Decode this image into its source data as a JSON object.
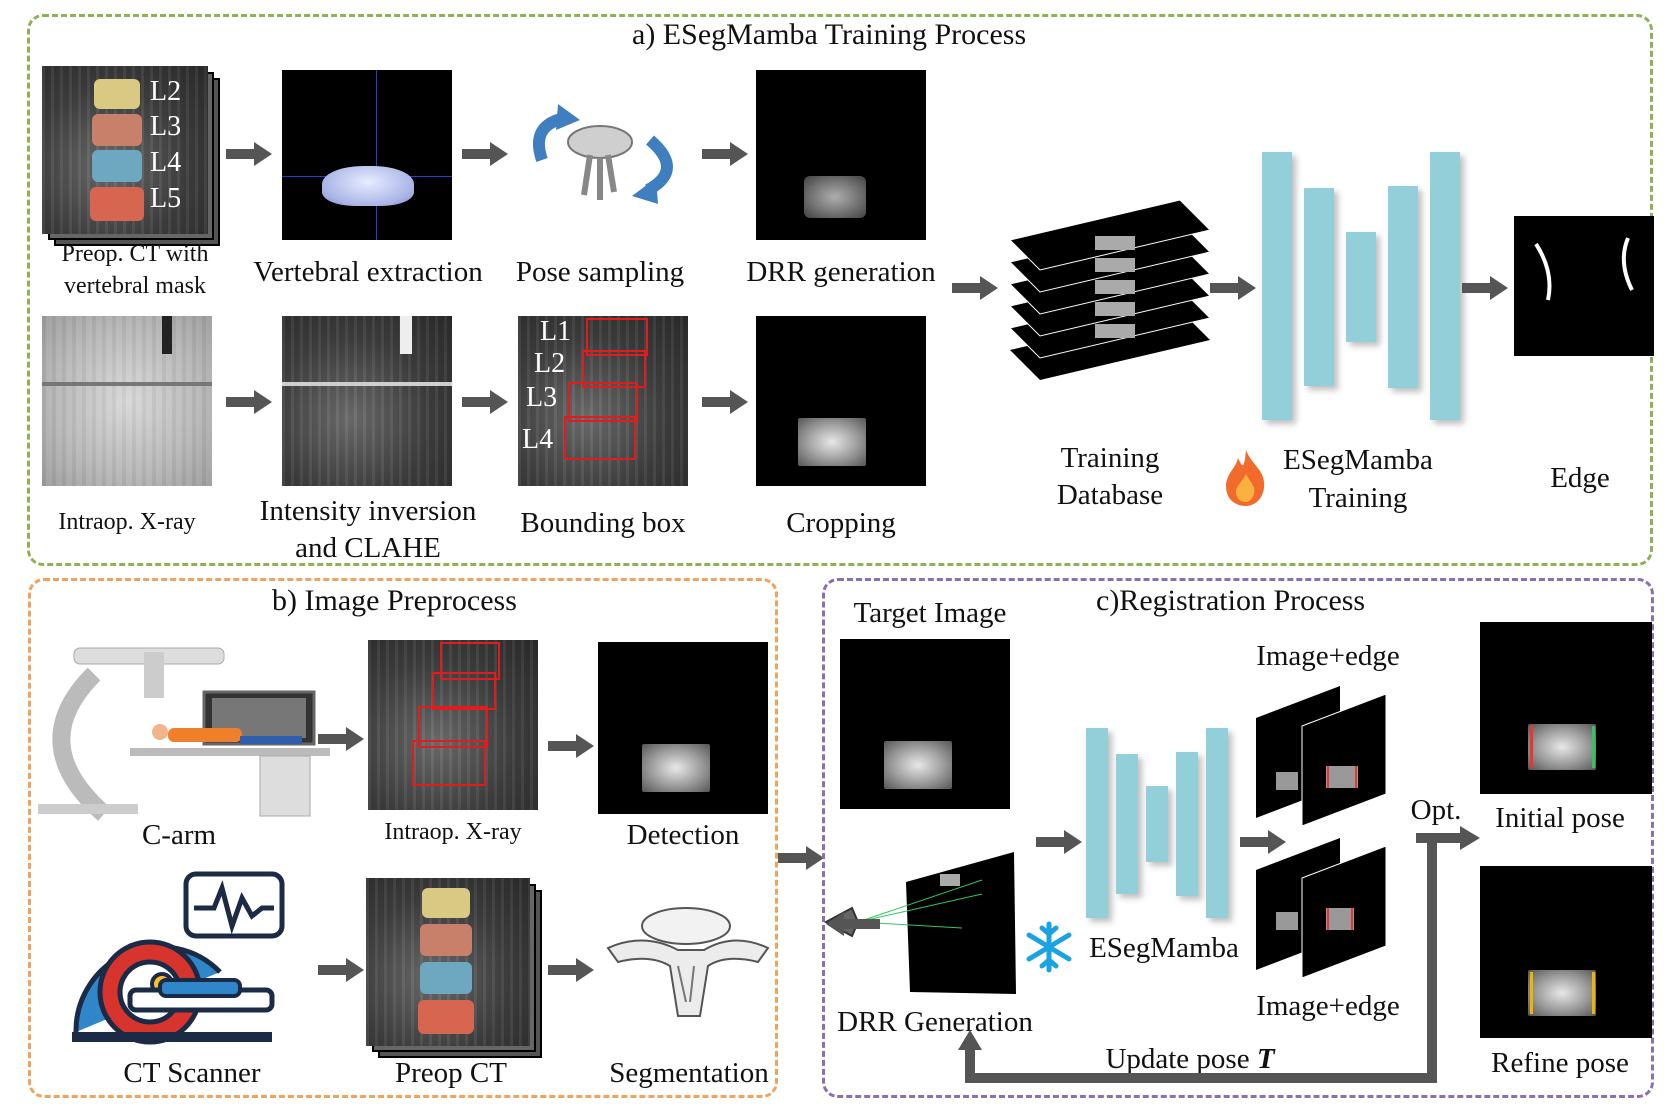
{
  "panels": {
    "a_title": "a) ESegMamba Training Process",
    "b_title": "b) Image Preprocess",
    "c_title": "c)Registration Process",
    "colors": {
      "a": "#8db255",
      "b": "#f0a35e",
      "c": "#8c6fb0"
    }
  },
  "a": {
    "ct_labels": [
      "L2",
      "L3",
      "L4",
      "L5"
    ],
    "preop_ct_caption_1": "Preop. CT with",
    "preop_ct_caption_2": "vertebral mask",
    "vertebral_extraction": "Vertebral extraction",
    "pose_sampling": "Pose sampling",
    "drr_generation": "DRR generation",
    "intraop_xray": "Intraop. X-ray",
    "intensity_1": "Intensity inversion",
    "intensity_2": "and CLAHE",
    "bbox_labels": [
      "L1",
      "L2",
      "L3",
      "L4"
    ],
    "bounding_box": "Bounding box",
    "cropping": "Cropping",
    "training_db_1": "Training",
    "training_db_2": "Database",
    "esegmamba_1": "ESegMamba",
    "esegmamba_2": "Training",
    "edge": "Edge",
    "fire_icon": "fire-icon"
  },
  "b": {
    "carm": "C-arm",
    "intraop_xray": "Intraop. X-ray",
    "detection": "Detection",
    "ct_scanner": "CT Scanner",
    "preop_ct": "Preop CT",
    "segmentation": "Segmentation"
  },
  "c": {
    "target_image": "Target Image",
    "drr_generation": "DRR Generation",
    "esegmamba": "ESegMamba",
    "snowflake_icon": "snowflake-icon",
    "image_edge_top": "Image+edge",
    "image_edge_bottom": "Image+edge",
    "opt": "Opt.",
    "initial_pose": "Initial pose",
    "refine_pose": "Refine pose",
    "update_pose": "Update pose",
    "update_pose_symbol": "T"
  }
}
